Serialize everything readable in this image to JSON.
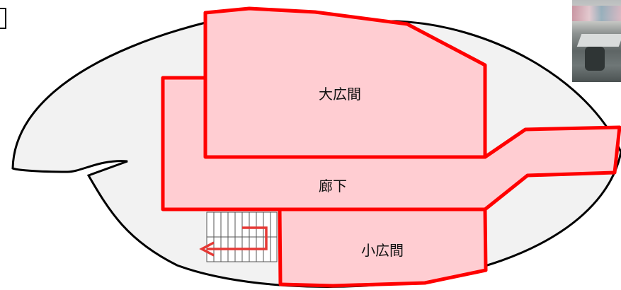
{
  "rooms": {
    "large_hall": "大広間",
    "corridor": "廊下",
    "small_hall": "小広間"
  },
  "colors": {
    "room_fill": "#ffcdd2",
    "room_border": "#ff0000",
    "floor_fill": "#f2f2f2",
    "floor_outline": "#000000",
    "arrow": "#e53935"
  },
  "icons": {
    "bracket": "corner-bracket-icon",
    "stairs": "staircase-icon",
    "route": "route-arrow-icon",
    "photo": "room-photo-thumbnail"
  }
}
